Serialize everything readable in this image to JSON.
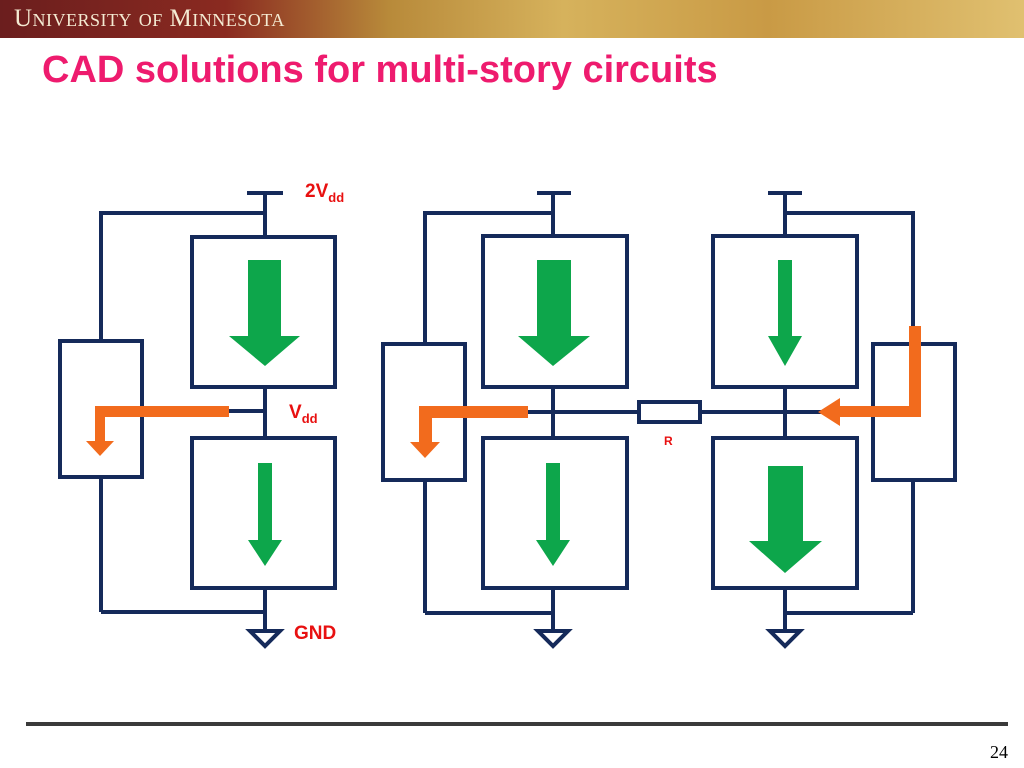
{
  "header": {
    "banner_title": "University of Minnesota"
  },
  "slide": {
    "title": "CAD solutions for multi-story circuits",
    "page_number": "24"
  },
  "diagram": {
    "labels": {
      "supply_top": "2V",
      "supply_top_sub": "dd",
      "supply_mid": "V",
      "supply_mid_sub": "dd",
      "ground": "GND",
      "resistor": "R"
    },
    "colors": {
      "wire": "#152a5a",
      "current_arrow": "#0da64b",
      "redirect_arrow": "#f26b1d",
      "label": "#e81010",
      "title": "#ee1b6e"
    }
  }
}
